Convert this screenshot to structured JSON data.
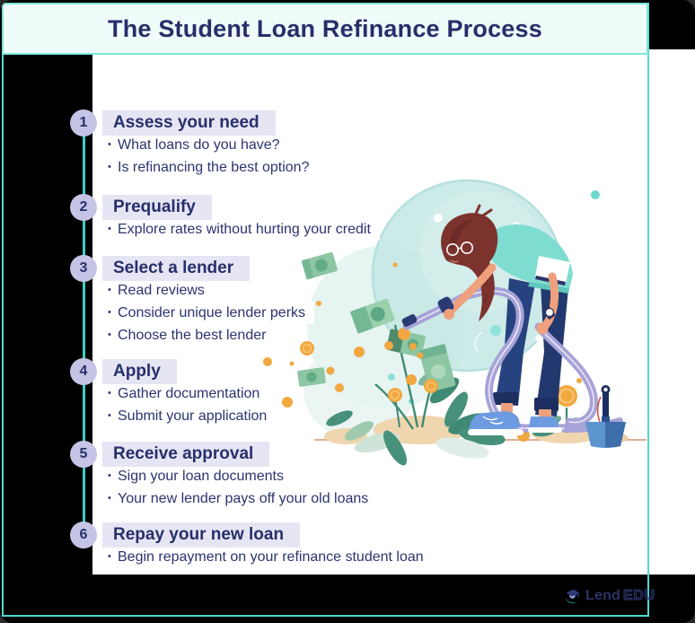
{
  "header": {
    "title": "The Student Loan Refinance Process"
  },
  "steps": [
    {
      "num": "1",
      "title": "Assess your need",
      "bullets": [
        "What loans do you have?",
        "Is refinancing the best option?"
      ]
    },
    {
      "num": "2",
      "title": "Prequalify",
      "bullets": [
        "Explore rates without hurting your credit"
      ]
    },
    {
      "num": "3",
      "title": "Select a lender",
      "bullets": [
        "Read reviews",
        "Consider unique lender perks",
        "Choose the best lender"
      ]
    },
    {
      "num": "4",
      "title": "Apply",
      "bullets": [
        "Gather documentation",
        "Submit your application"
      ]
    },
    {
      "num": "5",
      "title": "Receive approval",
      "bullets": [
        "Sign your loan documents",
        "Your new lender pays off your old loans"
      ]
    },
    {
      "num": "6",
      "title": "Repay your new loan",
      "bullets": [
        "Begin repayment on your refinance student loan"
      ]
    }
  ],
  "footer": {
    "brand": {
      "lend": "Lend",
      "edu": "EDU"
    },
    "logo_icon": "lendedu-graduate-icon"
  },
  "illustration": {
    "description": "Woman bending over watering money plants with a purple garden hose; dollar bills, gold coins, coin flowers, sand mounds and a shovel in front of a teal watercolor circle"
  },
  "colors": {
    "canvas": "#000000",
    "frame_teal": "#4ed9cd",
    "header_bg": "#f0fcfa",
    "header_border": "#7de6dc",
    "navy_text": "#272f6a",
    "step_highlight": "#e6e5f4",
    "number_circle": "#c5c4e6",
    "timeline_teal": "#3fd0c5",
    "watercolor_circle": "#c7e8e4",
    "hose_purple": "#a7a2d8",
    "coin_gold": "#f1a840",
    "bill_green": "#8cc6a3"
  }
}
